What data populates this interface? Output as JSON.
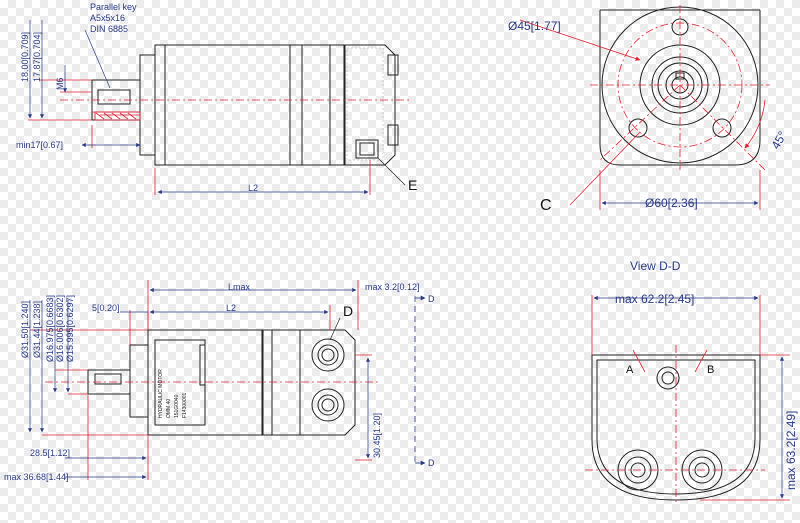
{
  "drawing": {
    "key_note": [
      "Parallel key",
      "A5x5x16",
      "DIN 6885"
    ],
    "top_left": {
      "dim_18": "18.00[0.709]",
      "dim_17": "17.87[0.704]",
      "dim_m6": "M6",
      "dim_min17": "min17[0.67]",
      "dim_l2": "L2",
      "label_e": "E"
    },
    "top_right": {
      "dim_d45": "Ø45[1.77]",
      "dim_d60": "Ø60[2.36]",
      "dim_angle": "45°",
      "label_c": "C"
    },
    "bottom_left": {
      "dim_lmax": "Lmax",
      "dim_max32": "max 3.2[0.12]",
      "dim_l2": "L2",
      "dim_5": "5[0.20]",
      "dim_d315": "Ø31.50[1.240]",
      "dim_d3144": "Ø31.44[1.238]",
      "dim_d16975": "Ø16.975[0.6683]",
      "dim_d16006": "Ø16.006[0.6302]",
      "dim_d15995": "Ø15.995[0.6297]",
      "dim_285": "28.5[1.12]",
      "dim_max3668": "max 36.68[1.44]",
      "dim_3045": "30.45[1.20]",
      "label_d": "D",
      "section_d1": "D",
      "section_d2": "D",
      "body_text": [
        "HYDRAULIC MOTOR",
        "OMM 40",
        "151G0040",
        "F14300001"
      ]
    },
    "bottom_right": {
      "view_title": "View D-D",
      "dim_max622": "max 62.2[2.45]",
      "dim_max632": "max 63.2[2.49]",
      "label_a": "A",
      "label_b": "B"
    }
  }
}
